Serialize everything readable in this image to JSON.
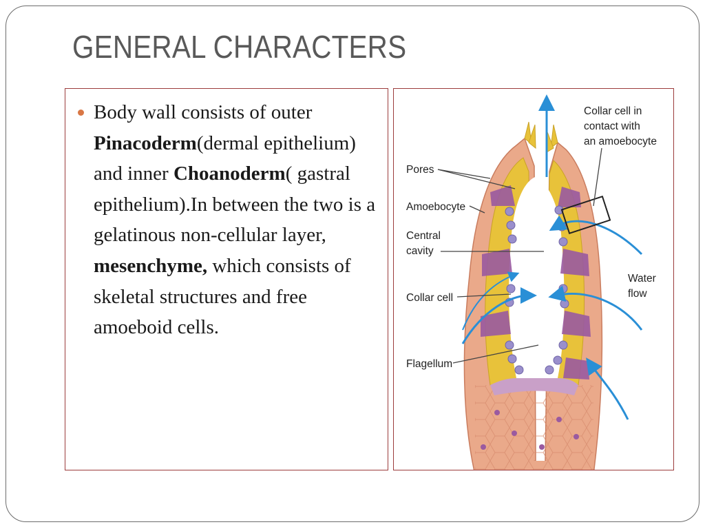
{
  "slide": {
    "title": "GENERAL CHARACTERS",
    "text": {
      "p1": "Body wall consists of outer ",
      "b1": "Pinacoderm",
      "p2": "(dermal epithelium) and inner ",
      "b2": "Choanoderm",
      "p3": "( gastral epithelium).In between the two is a gelatinous non-cellular layer, ",
      "b3": "mesenchyme,",
      "p4": " which consists of skeletal structures and free amoeboid cells."
    },
    "figure": {
      "labels": {
        "collar_contact_1": "Collar cell in",
        "collar_contact_2": "contact with",
        "collar_contact_3": "an amoebocyte",
        "pores": "Pores",
        "amoebocyte": "Amoebocyte",
        "central_cavity_1": "Central",
        "central_cavity_2": "cavity",
        "water_flow_1": "Water",
        "water_flow_2": "flow",
        "collar_cell": "Collar cell",
        "flagellum": "Flagellum"
      }
    }
  },
  "colors": {
    "bullet": "#d97745",
    "box_border": "#9b3b3b",
    "title": "#595959",
    "arrow": "#2a8fd6",
    "outer_wall": "#eaa98a",
    "mesenchyme": "#e8c23a",
    "collar_cell": "#9a8fcc",
    "pore": "#9a5aa0"
  }
}
